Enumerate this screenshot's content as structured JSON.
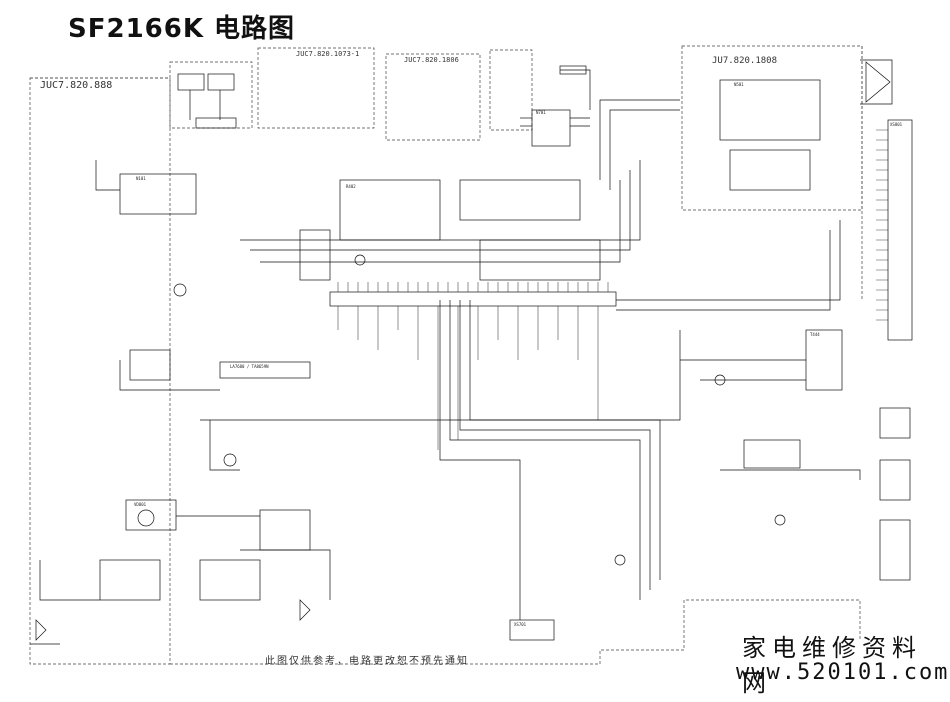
{
  "title": "SF2166K 电路图",
  "boards": {
    "main": "JUC7.820.888",
    "audio": "JUC7.820.1073-1",
    "ctrl": "JUC7.820.1806",
    "crt": "JU7.820.1808"
  },
  "note": "此图仅供参考，电路更改恕不预先通知",
  "watermark": {
    "site_cn": "家电维修资料网",
    "site_url": "www.520101.com"
  }
}
